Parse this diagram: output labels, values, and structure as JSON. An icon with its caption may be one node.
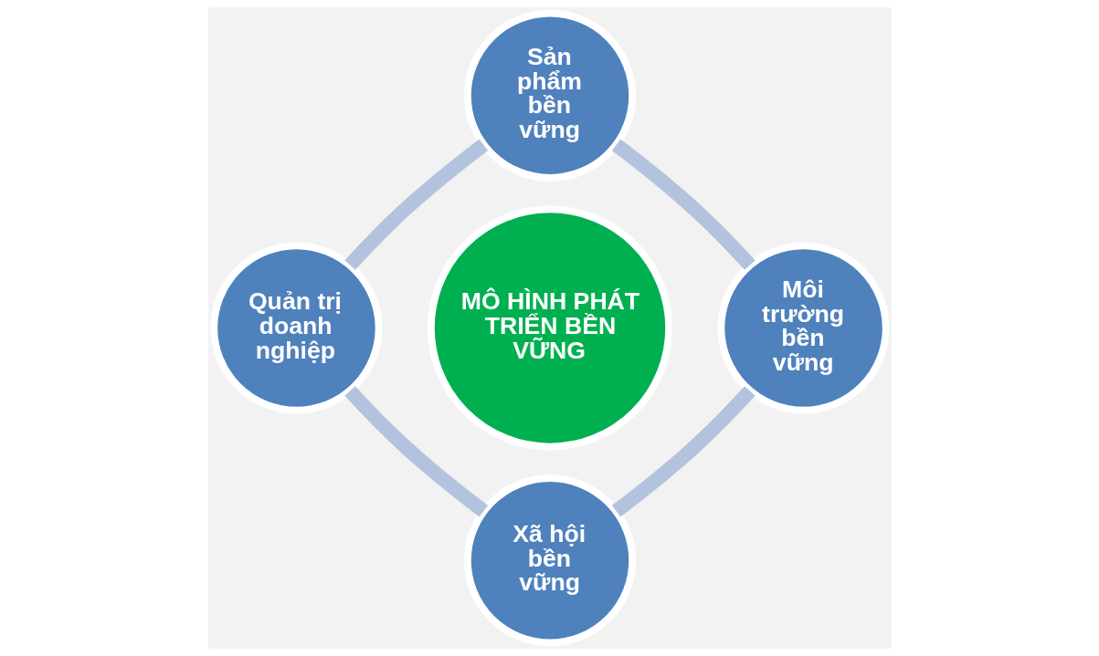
{
  "diagram": {
    "nodes": [
      {
        "text": [
          "Sản phẩm bền vững"
        ]
      },
      {
        "text": [
          "Quản trị doanh nghiệp"
        ]
      },
      {
        "text": [
          "MÔ HÌNH PHÁT TRIỂN BỀN VỮNG"
        ]
      },
      {
        "text": [
          "Môi trường bền vững"
        ]
      },
      {
        "text": [
          "Xã hội bền vững"
        ]
      }
    ],
    "edges": [
      {
        "from": 0,
        "to": 3,
        "arrow": "none"
      },
      {
        "from": 3,
        "to": 4,
        "arrow": "none"
      },
      {
        "from": 4,
        "to": 1,
        "arrow": "none"
      },
      {
        "from": 1,
        "to": 0,
        "arrow": "none"
      }
    ]
  }
}
